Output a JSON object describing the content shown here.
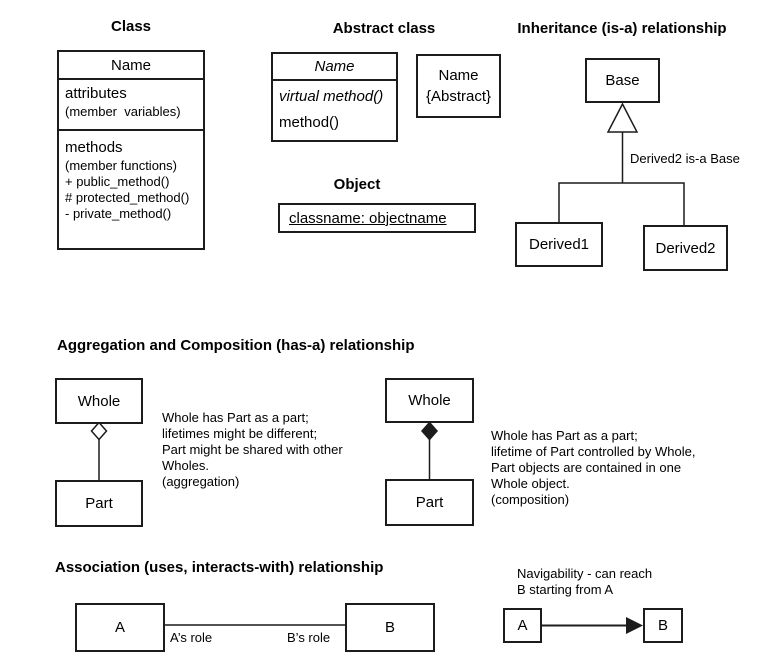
{
  "colors": {
    "background": "#ffffff",
    "line": "#1c1c1c",
    "text": "#000000"
  },
  "class_section": {
    "title": "Class",
    "name": "Name",
    "attributes": {
      "line1": "attributes",
      "line2": "(member  variables)"
    },
    "methods": {
      "line1": "methods",
      "line2": "(member functions)",
      "line3": "+ public_method()",
      "line4": "# protected_method()",
      "line5": "- private_method()"
    }
  },
  "abstract_section": {
    "title": "Abstract class",
    "name": "Name",
    "virtual_method": "virtual method()",
    "method": "method()",
    "alt_name": "Name",
    "alt_tag": "{Abstract}"
  },
  "object_section": {
    "title": "Object",
    "label": "classname: objectname"
  },
  "inheritance_section": {
    "title": "Inheritance (is-a) relationship",
    "base": "Base",
    "derived1": "Derived1",
    "derived2": "Derived2",
    "edge_label": "Derived2 is-a Base"
  },
  "aggregation_section": {
    "title": "Aggregation and Composition (has-a) relationship",
    "aggregation": {
      "whole": "Whole",
      "part": "Part",
      "notes": [
        "Whole has Part as a part;",
        "lifetimes might be different;",
        "Part might be shared with other",
        "Wholes.",
        "(aggregation)"
      ]
    },
    "composition": {
      "whole": "Whole",
      "part": "Part",
      "notes": [
        "Whole has Part as a part;",
        "lifetime of Part controlled by Whole,",
        "Part objects are contained in one",
        "Whole object.",
        "(composition)"
      ]
    }
  },
  "association_section": {
    "title": "Association (uses, interacts-with) relationship",
    "class_a": "A",
    "class_b": "B",
    "a_role": "A’s role",
    "b_role": "B’s role"
  },
  "navigability_section": {
    "note_line1": "Navigability - can reach",
    "note_line2": "B starting from A",
    "class_a": "A",
    "class_b": "B"
  }
}
